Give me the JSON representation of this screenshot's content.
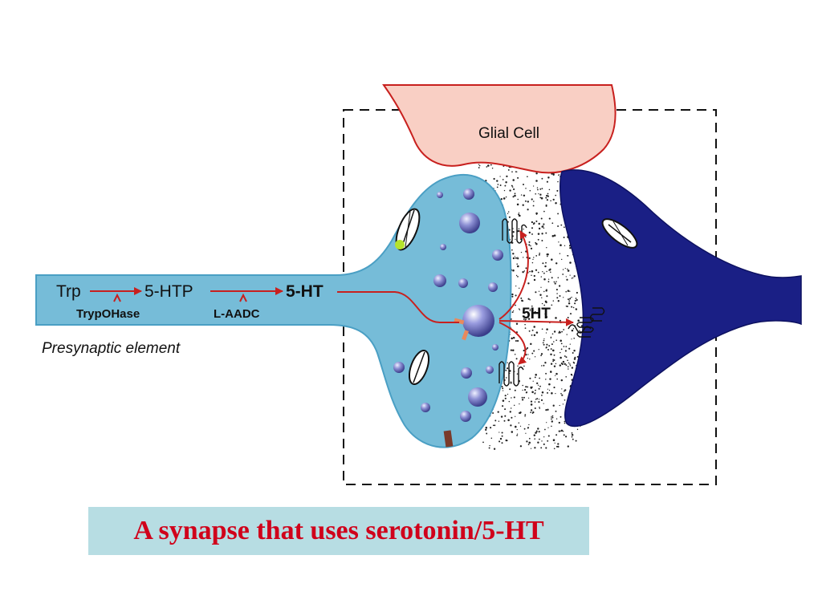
{
  "labels": {
    "glial_cell": "Glial Cell",
    "trp": "Trp",
    "five_htp": "5-HTP",
    "five_ht": "5-HT",
    "trypohase": "TrypOHase",
    "l_aadc": "L-AADC",
    "presynaptic": "Presynaptic element",
    "five_ht_cleft": "5HT"
  },
  "caption": "A synapse that uses serotonin/5-HT",
  "colors": {
    "presynaptic_fill": "#76bcd8",
    "presynaptic_stroke": "#4a9fc4",
    "postsynaptic_fill": "#1a1f85",
    "glial_fill": "#f9cfc4",
    "glial_stroke": "#c8201e",
    "pathway_arrow": "#c8201e",
    "caption_bg": "#b7dde3",
    "caption_text": "#d0021b"
  }
}
